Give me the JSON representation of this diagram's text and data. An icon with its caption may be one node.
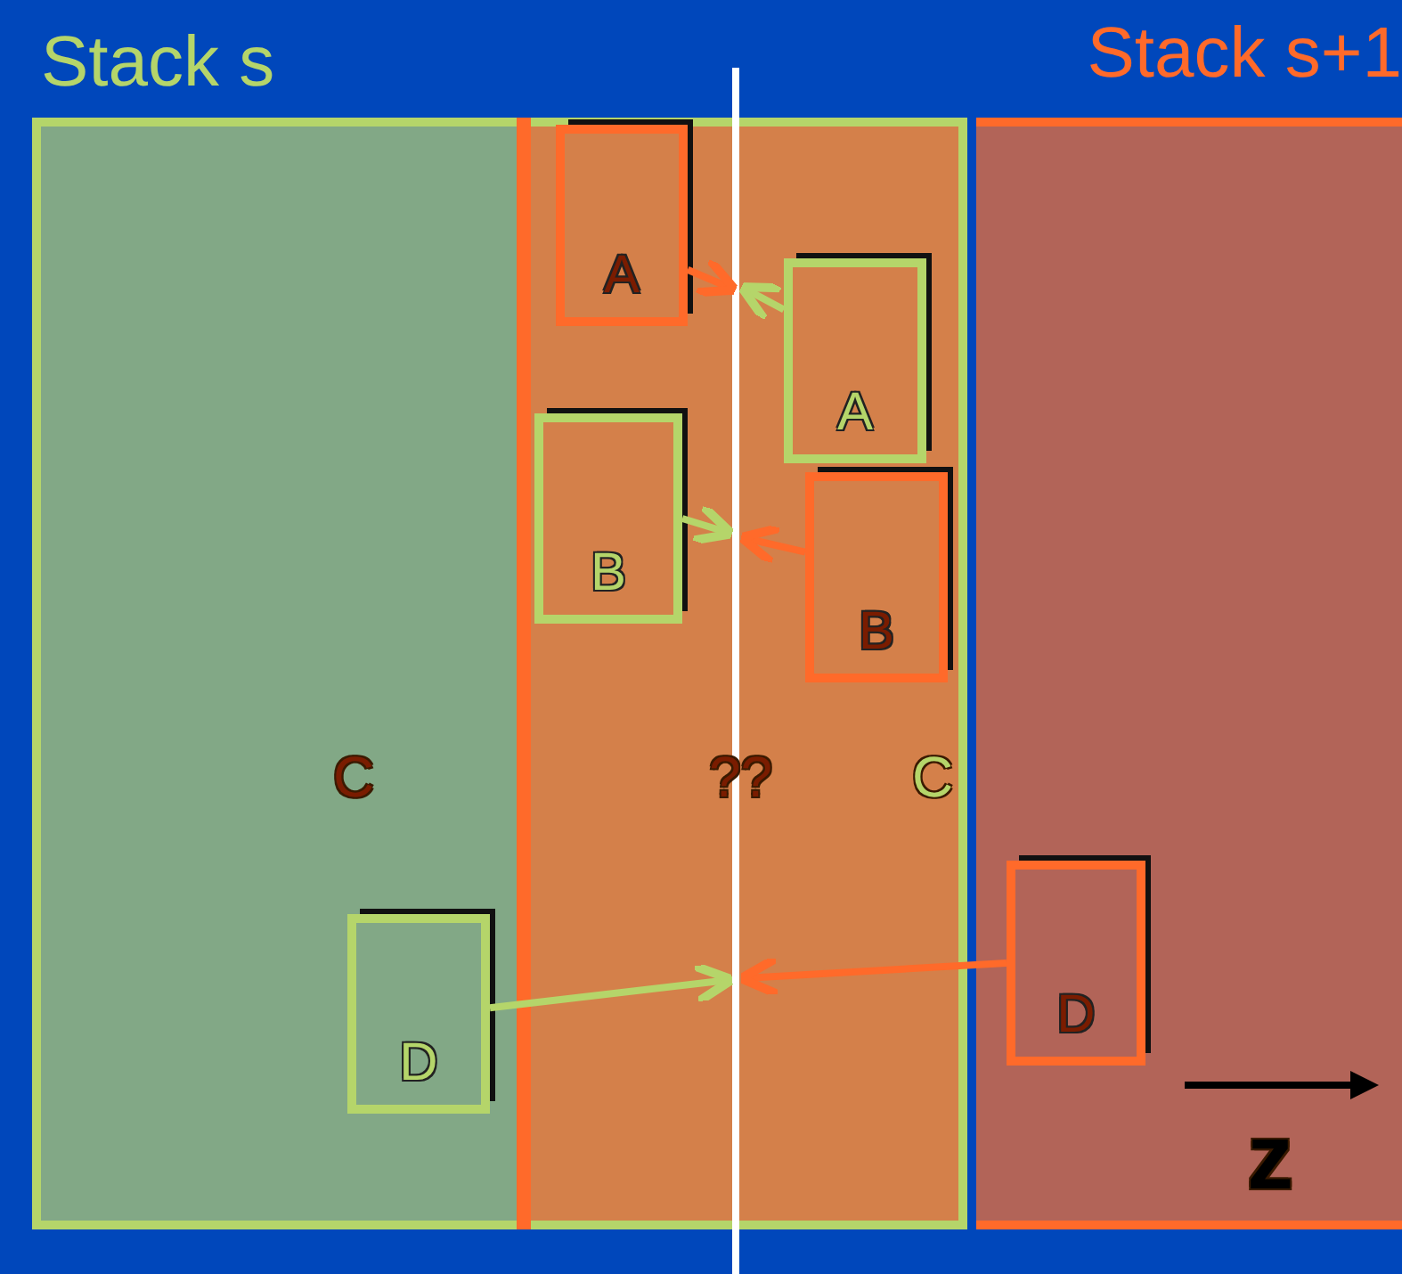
{
  "diagram": {
    "nodes": [
      {
        "text": [
          "Stack s"
        ]
      },
      {
        "text": [
          "Stack s+1"
        ]
      },
      {
        "text": [
          "A"
        ]
      },
      {
        "text": [
          "A"
        ]
      },
      {
        "text": [
          "B"
        ]
      },
      {
        "text": [
          "B"
        ]
      },
      {
        "text": [
          "D"
        ],
        "in": 0
      },
      {
        "text": [
          "D"
        ],
        "in": 1
      }
    ],
    "edges": [
      {
        "from": 2,
        "to": null,
        "arrow": "to",
        "color": "#ff6a2a"
      },
      {
        "from": 3,
        "to": null,
        "arrow": "to",
        "color": "#b5d56a"
      },
      {
        "from": 4,
        "to": null,
        "arrow": "to",
        "color": "#b5d56a"
      },
      {
        "from": 5,
        "to": null,
        "arrow": "to",
        "color": "#ff6a2a"
      },
      {
        "from": 6,
        "to": null,
        "arrow": "to",
        "color": "#b5d56a"
      },
      {
        "from": 7,
        "to": null,
        "arrow": "to",
        "color": "#ff6a2a"
      }
    ],
    "labels": [
      "C",
      "??",
      "C",
      "z"
    ]
  }
}
